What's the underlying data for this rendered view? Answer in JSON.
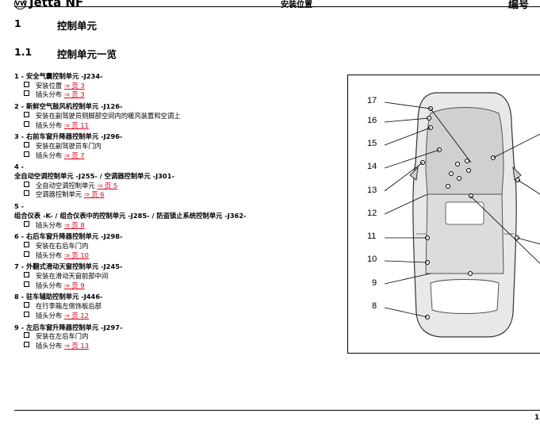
{
  "header": {
    "logo_text": "Jetta NF",
    "center_text": "安装位置",
    "right_text": "编号"
  },
  "section": {
    "num": "1",
    "title": "控制单元"
  },
  "subsection": {
    "num": "1.1",
    "title": "控制单元一览"
  },
  "items": [
    {
      "title": "1 - 安全气囊控制单元 -J234-",
      "subs": [
        {
          "text": "安装位置",
          "link": "⇒ 页 3"
        },
        {
          "text": "插头分布",
          "link": "⇒ 页 3"
        }
      ]
    },
    {
      "title": "2 - 新鲜空气鼓风机控制单元 -J126-",
      "subs": [
        {
          "text": "安装在副驾驶员侧脚部空间内的暖风装置和空调上",
          "link": ""
        },
        {
          "text": "插头分布",
          "link": "⇒ 页 11"
        }
      ]
    },
    {
      "title": "3 - 右前车窗升降器控制单元 -J296-",
      "subs": [
        {
          "text": "安装在副驾驶员车门内",
          "link": ""
        },
        {
          "text": "插头分布",
          "link": "⇒ 页 7"
        }
      ]
    },
    {
      "num": "4 -",
      "title": "全自动空调控制单元 -J255- / 空调器控制单元 -J301-",
      "subs": [
        {
          "text": "全自动空调控制单元",
          "link": "⇒ 页 5"
        },
        {
          "text": "空调器控制单元",
          "link": "⇒ 页 6"
        }
      ]
    },
    {
      "num": "5 -",
      "title": "组合仪表 -K- / 组合仪表中的控制单元 -J285- / 防盗锁止系统控制单元 -J362-",
      "subs": [
        {
          "text": "插头分布",
          "link": "⇒ 页 8"
        }
      ]
    },
    {
      "title": "6 - 右后车窗升降器控制单元 -J298-",
      "subs": [
        {
          "text": "安装在右后车门内",
          "link": ""
        },
        {
          "text": "插头分布",
          "link": "⇒ 页 10"
        }
      ]
    },
    {
      "title": "7 - 外翻式滑动天窗控制单元 -J245-",
      "subs": [
        {
          "text": "安装在滑动天窗前部中间",
          "link": ""
        },
        {
          "text": "插头分布",
          "link": "⇒ 页 9"
        }
      ]
    },
    {
      "title": "8 - 驻车辅助控制单元 -J446-",
      "subs": [
        {
          "text": "在行李箱左侧饰板后部",
          "link": ""
        },
        {
          "text": "插头分布",
          "link": "⇒ 页 12"
        }
      ]
    },
    {
      "title": "9 - 左后车窗升降器控制单元 -J297-",
      "subs": [
        {
          "text": "安装在左后车门内",
          "link": ""
        },
        {
          "text": "插头分布",
          "link": "⇒ 页 13"
        }
      ]
    }
  ],
  "figure": {
    "callouts": [
      "17",
      "16",
      "15",
      "14",
      "13",
      "12",
      "11",
      "10",
      "9",
      "8"
    ]
  },
  "footer": {
    "mark": "1"
  }
}
